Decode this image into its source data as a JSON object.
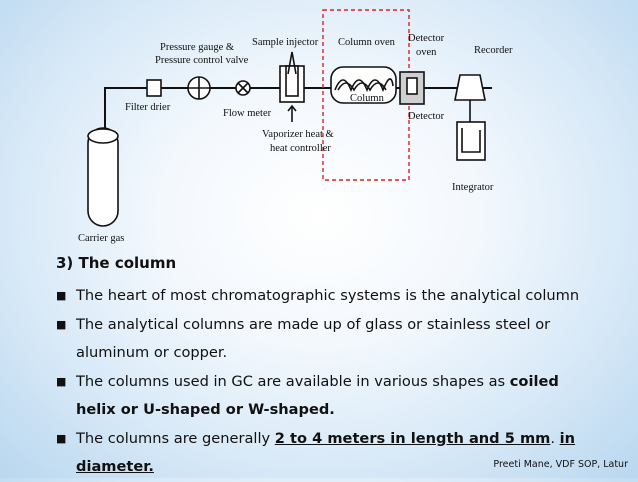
{
  "diagram": {
    "labels": {
      "pressure_gauge": "Pressure gauge &",
      "pressure_valve": "Pressure control valve",
      "sample_injector": "Sample injector",
      "column_oven": "Column oven",
      "detector_oven_1": "Detector",
      "detector_oven_2": "oven",
      "recorder": "Recorder",
      "filter_drier": "Filter drier",
      "flow_meter": "Flow meter",
      "column": "Column",
      "detector": "Detector",
      "vaporizer_1": "Vaporizer heat &",
      "vaporizer_2": "heat controller",
      "integrator": "Integrator",
      "carrier_gas": "Carrier gas"
    }
  },
  "section": {
    "heading": "3) The column",
    "bullets": [
      {
        "text": "The heart of most chromatographic systems is the analytical column"
      },
      {
        "line1": "The analytical columns are made up of glass or stainless steel or",
        "line2": "aluminum or copper."
      },
      {
        "line1_prefix": "The columns used in GC are available in various shapes as",
        "line1_bold": "coiled",
        "line2_bold": "helix or U-shaped or W-shaped."
      },
      {
        "line1_prefix": "The columns are generally",
        "line1_underlined": "2 to 4 meters in length and 5 mm",
        "line1_sep": ".",
        "line1_underlined_2": "in",
        "line2_underlined": "diameter."
      }
    ]
  },
  "footer": {
    "credit": "Preeti Mane, VDF SOP, Latur"
  }
}
